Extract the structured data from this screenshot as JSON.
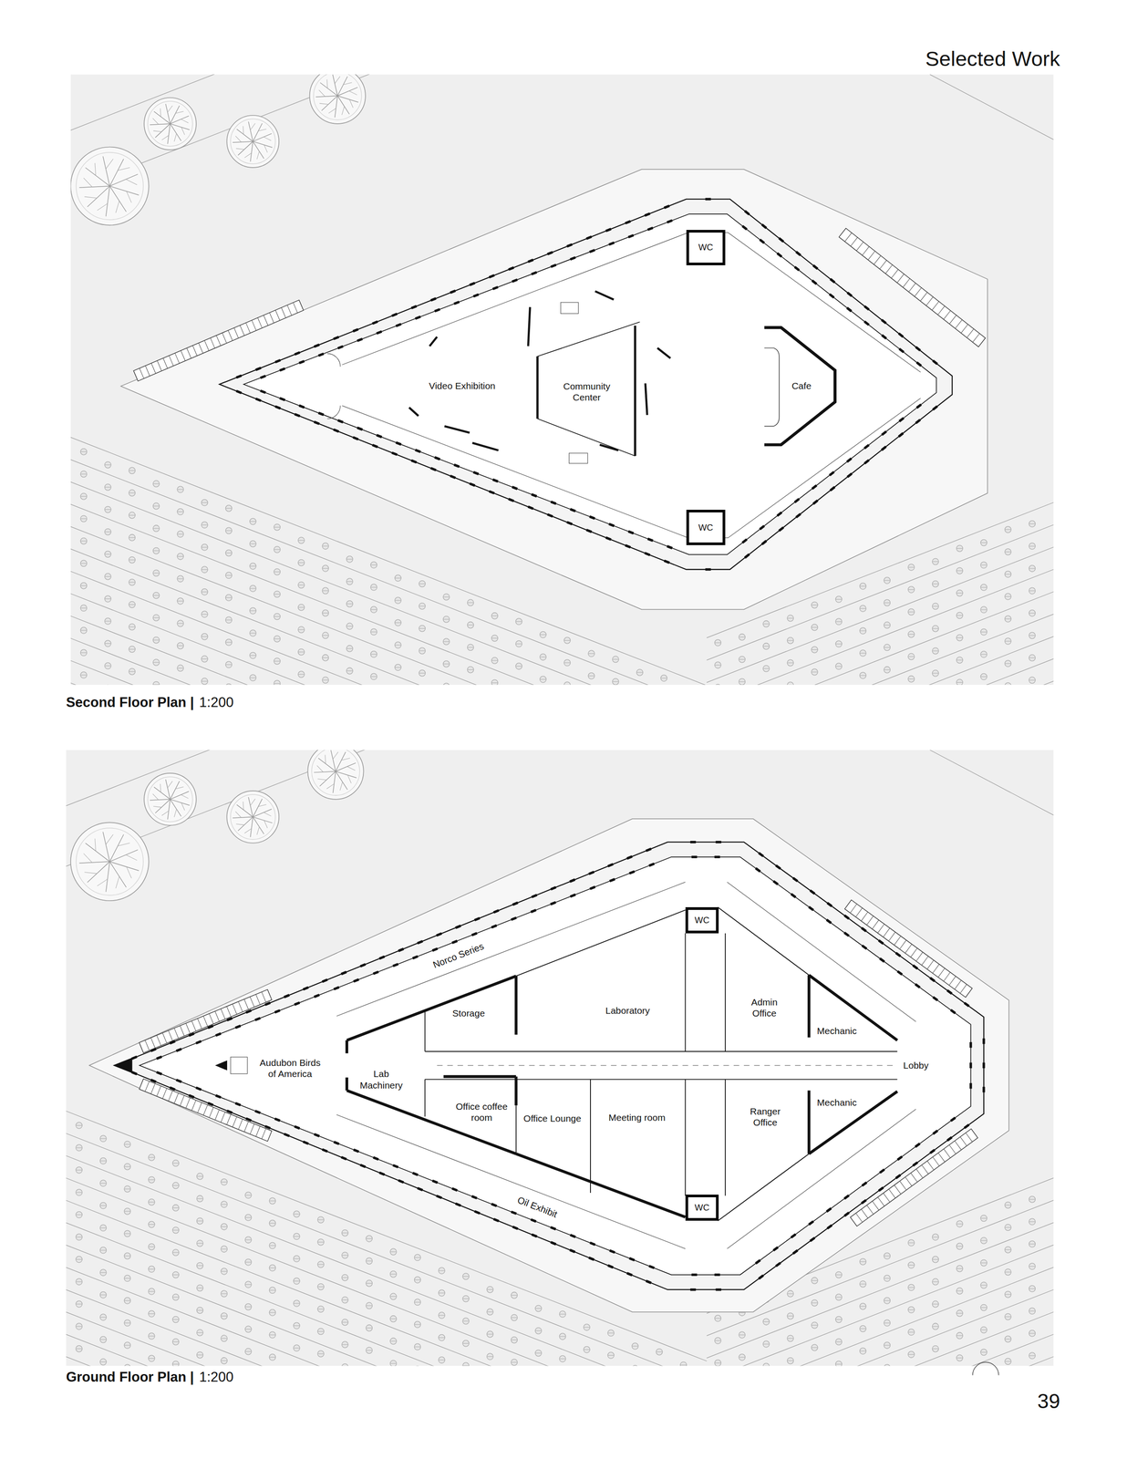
{
  "diagram": {
    "title": "Selected Work",
    "nodes": [
      {
        "text": [
          "WC"
        ]
      },
      {
        "text": [
          "WC"
        ]
      },
      {
        "text": [
          "WC"
        ]
      },
      {
        "text": [
          "WC"
        ]
      }
    ],
    "labels": [
      "Video Exhibition",
      "Community Center",
      "Cafe",
      "Second Floor Plan |",
      "1:200",
      "Norco Series",
      "Storage",
      "Laboratory",
      "Admin Office",
      "Mechanic",
      "Audubon Birds of America",
      "Lab Machinery",
      "Lobby",
      "Office coffee room",
      "Office Lounge",
      "Meeting room",
      "Ranger Office",
      "Mechanic",
      "Oil Exhibit",
      "Ground Floor Plan |",
      "1:200",
      "39"
    ]
  }
}
